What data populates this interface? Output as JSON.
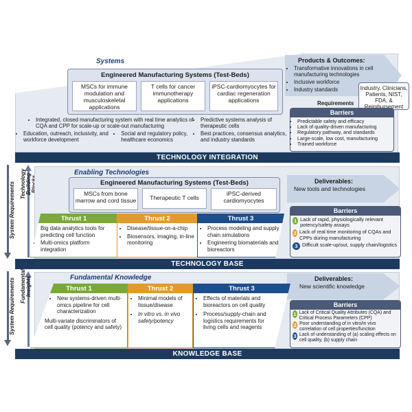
{
  "systems": {
    "title": "Systems",
    "ems_title": "Engineered Manufacturing Systems (Test-Beds)",
    "testbeds": [
      "MSCs for immune modulation and musculoskeletal applications",
      "T cells for cancer immunotherapy applications",
      "iPSC-cardiomyocytes for cardiac regeneration applications"
    ],
    "bullets_left": [
      "Integrated, closed manufacturing system with real time analytics of CQA and CPP for scale-up or scale-out manufacturing",
      "Education, outreach, inclusivity, and workforce development",
      "Social and regulatory policy, healthcare economics"
    ],
    "bullets_right": [
      "Predictive systems analysis of therapeutic cells",
      "Best practices, consensus analytics, and industry standards"
    ],
    "products_title": "Products & Outcomes:",
    "products": [
      "Transformative innovations in cell manufacturing technologies",
      "Inclusive workforce",
      "Industry standards"
    ],
    "requirements_label": "Requirements",
    "stakeholders": "Industry, Clinicians, Patients, NIST, FDA, & Reimbursement Experts",
    "barriers_title": "Barriers",
    "barriers": [
      "Predictable safety and efficacy",
      "Lack of quality-driven manufacturing",
      "Regulatory pathway, and standards",
      "Large-scale, low cost, manufacturing",
      "Trained workforce"
    ]
  },
  "band1": "TECHNOLOGY INTEGRATION",
  "enabling": {
    "title": "Enabling Technologies",
    "ems_title": "Engineered Manufacturing Systems (Test-Beds)",
    "testbeds": [
      "MSCs from bone marrow and cord tissue",
      "Therapeutic T cells",
      "iPSC-derived cardiomyocytes"
    ],
    "deliverables_title": "Deliverables:",
    "deliverables": "New tools and technologies",
    "thrust1": {
      "title": "Thrust 1",
      "items": [
        "Big data analytics tools for predicting cell function",
        "Multi-omics platform integration"
      ]
    },
    "thrust2": {
      "title": "Thrust 2",
      "items": [
        "Disease/tissue-on-a-chip",
        "Biosensors, imaging, in-line monitoring"
      ]
    },
    "thrust3": {
      "title": "Thrust 3",
      "items": [
        "Process modeling and supply chain simulations",
        "Engineering biomaterials and bioreactors"
      ]
    },
    "barriers_title": "Barriers",
    "barriers": [
      {
        "n": "1",
        "text": "Lack of rapid, physiologically relevant potency/safety assays"
      },
      {
        "n": "2",
        "text": "Lack of real time monitoring of CQAs and CPPs during manufacturing"
      },
      {
        "n": "3",
        "text": "Difficult scale-up/out, supply chain/logistics"
      }
    ],
    "side_req": "System Requirements",
    "side_blocks": "Technology Building Blocks"
  },
  "band2": "TECHNOLOGY BASE",
  "fundamental": {
    "title": "Fundamental Knowledge",
    "deliverables_title": "Deliverables:",
    "deliverables": "New scientific knowledge",
    "thrust1": {
      "title": "Thrust 1",
      "items": [
        "New systems-driven multi-omics pipeline for cell characterization",
        "Multi-variate discriminators of cell quality (potency and safety)"
      ]
    },
    "thrust2": {
      "title": "Thrust 2",
      "items": [
        "Minimal models of tissue/disease",
        "In vitro vs. in vivo safety/potency"
      ]
    },
    "thrust3": {
      "title": "Thrust 3",
      "items": [
        "Effects of materials and bioreactors on cell quality",
        "Process/supply-chain and logistics requirements for living cells and reagents"
      ]
    },
    "barriers_title": "Barriers",
    "barriers": [
      {
        "n": "1",
        "text": "Lack of Critical Quality Attributes (CQA) and Critical Process Parameters (CPP)"
      },
      {
        "n": "2",
        "text": "Poor understanding of in vitro/in vivo correlation of cell properties/function"
      },
      {
        "n": "3",
        "text": "Lack of understanding of (a) scaling effects on cell quality, (b) supply chain"
      }
    ],
    "side_req": "System Requirements",
    "side_insights": "Fundamental Insights"
  },
  "band3": "KNOWLEDGE BASE",
  "colors": {
    "navy": "#1d3a5e",
    "green": "#7aa83a",
    "orange": "#e39a2c",
    "blue": "#1f4e8c",
    "panel": "#e6eaf1"
  }
}
